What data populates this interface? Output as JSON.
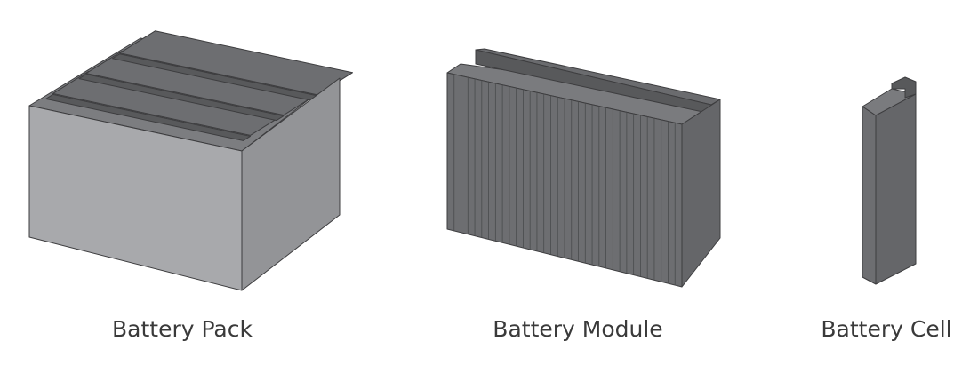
{
  "labels": {
    "pack": "Battery Pack",
    "module": "Battery Module",
    "cell": "Battery Cell"
  },
  "colors": {
    "pack_front": "#a8a9ac",
    "pack_side": "#939497",
    "pack_top": "#7c7d80",
    "rail": "#58595b",
    "module_front": "#6d6e71",
    "module_side": "#656669",
    "edge": "#3d3d3f"
  }
}
